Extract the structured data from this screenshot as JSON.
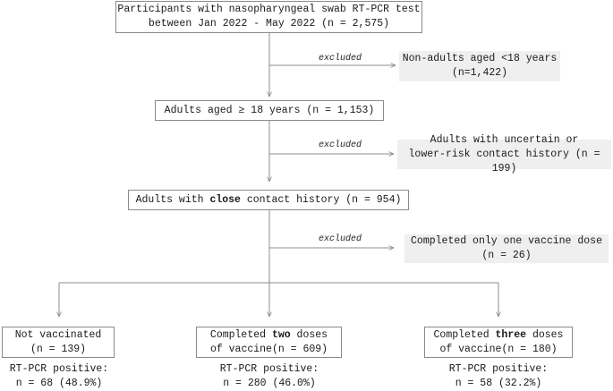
{
  "boxes": {
    "participants": {
      "line1": "Participants with nasopharyngeal swab RT-PCR test",
      "line2": "between Jan 2022 - May 2022 (n = 2,575)"
    },
    "nonadults": {
      "line1": "Non-adults aged <18 years",
      "line2": "(n=1,422)"
    },
    "adults": {
      "text": "Adults aged ≥ 18 years (n = 1,153)"
    },
    "uncertain": {
      "line1": "Adults with uncertain or",
      "line2": "lower-risk contact history (n = 199)"
    },
    "close": {
      "pre": "Adults with ",
      "bold": "close",
      "post": " contact history (n = 954)"
    },
    "onedose": {
      "line1": "Completed only one vaccine dose",
      "line2": "(n = 26)"
    },
    "notvacc": {
      "line1": "Not vaccinated",
      "line2": "(n = 139)"
    },
    "twodoses": {
      "pre": "Completed ",
      "bold": "two",
      "post": " doses",
      "line2": "of vaccine(n = 609)"
    },
    "threedoses": {
      "pre": "Completed ",
      "bold": "three",
      "post": " doses",
      "line2": "of vaccine(n = 180)"
    }
  },
  "excluded_label": "excluded",
  "results": {
    "notvacc": {
      "line1": "RT-PCR positive:",
      "line2": "n = 68 (48.9%)"
    },
    "twodoses": {
      "line1": "RT-PCR positive:",
      "line2": "n = 280 (46.0%)"
    },
    "threedoses": {
      "line1": "RT-PCR positive:",
      "line2": "n = 58 (32.2%)"
    }
  },
  "colors": {
    "line": "#8c8c8c",
    "border": "#8a8a8a",
    "shade": "#efefef"
  }
}
